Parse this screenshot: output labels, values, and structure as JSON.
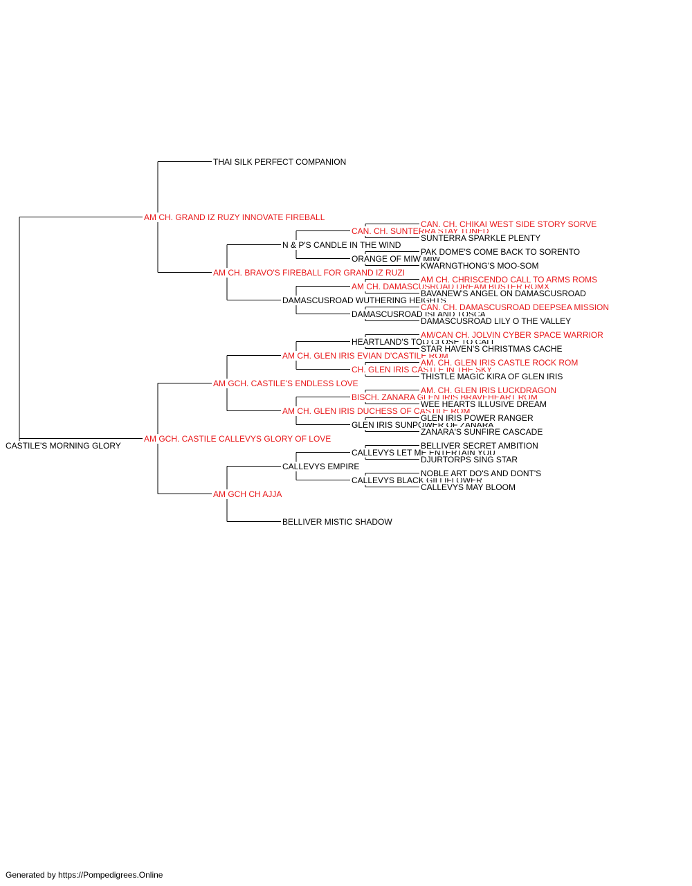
{
  "colors": {
    "champion": "#e8191b",
    "normal": "#000000",
    "line": "#000000"
  },
  "pedigree": {
    "subject": {
      "name": "CASTILE'S MORNING GLORY",
      "titled": false
    },
    "sire": {
      "name": "AM CH. GRAND IZ RUZY INNOVATE FIREBALL",
      "titled": true,
      "sire": {
        "name": "THAI SILK PERFECT COMPANION",
        "titled": false
      },
      "dam": {
        "name": "AM CH. BRAVO'S FIREBALL FOR GRAND IZ RUZI",
        "titled": true,
        "sire": {
          "name": "N & P'S CANDLE IN THE WIND",
          "titled": false,
          "sire": {
            "name": "CAN. CH. SUNTERRA STAY TUNED",
            "titled": true,
            "sire": {
              "name": "CAN. CH. CHIKAI WEST SIDE STORY SORVE",
              "titled": true
            },
            "dam": {
              "name": "SUNTERRA SPARKLE PLENTY",
              "titled": false
            }
          },
          "dam": {
            "name": "ORANGE OF MIW MIW",
            "titled": false,
            "sire": {
              "name": "PAK DOME'S COME BACK TO SORENTO",
              "titled": false
            },
            "dam": {
              "name": "KWARNGTHONG'S MOO-SOM",
              "titled": false
            }
          }
        },
        "dam": {
          "name": "DAMASCUSROAD WUTHERING HEIGHTS",
          "titled": false,
          "sire": {
            "name": "AM CH. DAMASCUSROAD DREAM BUSTER ROMX",
            "titled": true,
            "sire": {
              "name": "AM CH. CHRISCENDO CALL TO ARMS ROMS",
              "titled": true
            },
            "dam": {
              "name": "BAVANEW'S ANGEL ON DAMASCUSROAD",
              "titled": false
            }
          },
          "dam": {
            "name": "DAMASCUSROAD ISLAND TOSCA",
            "titled": false,
            "sire": {
              "name": "CAN. CH. DAMASCUSROAD DEEPSEA MISSION",
              "titled": true
            },
            "dam": {
              "name": "DAMASCUSROAD LILY O THE VALLEY",
              "titled": false
            }
          }
        }
      }
    },
    "dam": {
      "name": "AM GCH. CASTILE CALLEVYS GLORY OF LOVE",
      "titled": true,
      "sire": {
        "name": "AM GCH. CASTILE'S ENDLESS LOVE",
        "titled": true,
        "sire": {
          "name": "AM CH. GLEN IRIS EVIAN D'CASTILE ROM",
          "titled": true,
          "sire": {
            "name": "HEARTLAND'S TOO CLOSE TO CALL",
            "titled": false,
            "sire": {
              "name": "AM/CAN CH. JOLVIN CYBER SPACE WARRIOR",
              "titled": true
            },
            "dam": {
              "name": "STAR HAVEN'S CHRISTMAS CACHE",
              "titled": false
            }
          },
          "dam": {
            "name": "CH. GLEN IRIS CASTLE IN THE SKY",
            "titled": true,
            "sire": {
              "name": "AM. CH. GLEN IRIS CASTLE ROCK ROM",
              "titled": true
            },
            "dam": {
              "name": "THISTLE MAGIC KIRA OF GLEN IRIS",
              "titled": false
            }
          }
        },
        "dam": {
          "name": "AM CH. GLEN IRIS DUCHESS OF CASTILE ROM",
          "titled": true,
          "sire": {
            "name": "BISCH. ZANARA GLEN IRIS BRAVEHEART ROM",
            "titled": true,
            "sire": {
              "name": "AM. CH. GLEN IRIS LUCKDRAGON",
              "titled": true
            },
            "dam": {
              "name": "WEE HEARTS ILLUSIVE DREAM",
              "titled": false
            }
          },
          "dam": {
            "name": "GLEN IRIS SUNPOWER OF ZANARA",
            "titled": false,
            "sire": {
              "name": "GLEN IRIS POWER RANGER",
              "titled": false
            },
            "dam": {
              "name": "ZANARA'S SUNFIRE CASCADE",
              "titled": false
            }
          }
        }
      },
      "dam": {
        "name": "AM GCH CH AJJA",
        "titled": true,
        "sire": {
          "name": "CALLEVYS EMPIRE",
          "titled": false,
          "sire": {
            "name": "CALLEVYS LET ME ENTERTAIN YOU",
            "titled": false,
            "sire": {
              "name": "BELLIVER SECRET AMBITION",
              "titled": false
            },
            "dam": {
              "name": "DJURTORPS SING STAR",
              "titled": false
            }
          },
          "dam": {
            "name": "CALLEVYS BLACK GILLIFLOWER",
            "titled": false,
            "sire": {
              "name": "NOBLE ART DO'S AND DONT'S",
              "titled": false
            },
            "dam": {
              "name": "CALLEVYS MAY BLOOM",
              "titled": false
            }
          }
        },
        "dam": {
          "name": "BELLIVER MISTIC SHADOW",
          "titled": false
        }
      }
    }
  },
  "footer": "Generated by https://Pompedigrees.Online"
}
